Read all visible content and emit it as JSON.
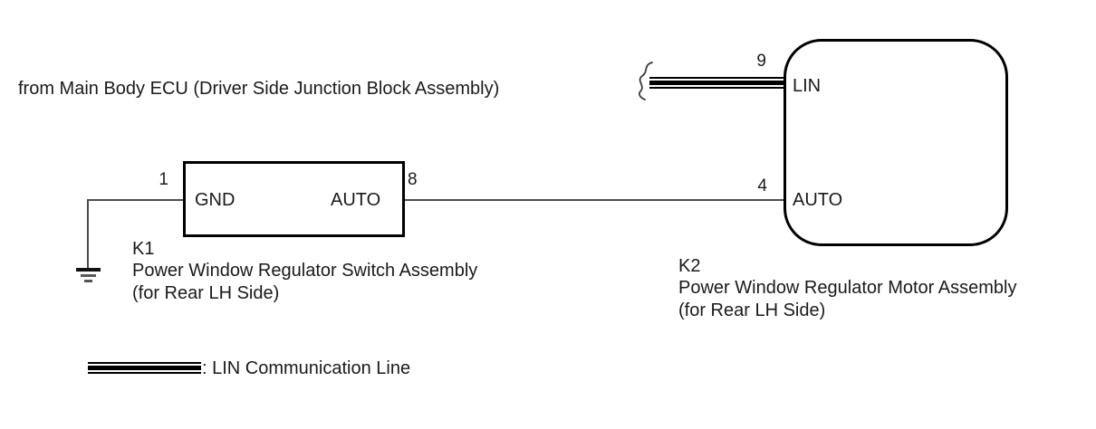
{
  "diagram": {
    "source_note": "from Main Body ECU (Driver Side Junction Block Assembly)",
    "k1": {
      "id": "K1",
      "name": "Power Window Regulator Switch Assembly",
      "variant": "(for Rear LH Side)",
      "pins": {
        "gnd": {
          "number": "1",
          "label": "GND"
        },
        "auto": {
          "number": "8",
          "label": "AUTO"
        }
      }
    },
    "k2": {
      "id": "K2",
      "name": "Power Window Regulator Motor Assembly",
      "variant": "(for Rear LH Side)",
      "pins": {
        "lin": {
          "number": "9",
          "label": "LIN"
        },
        "auto": {
          "number": "4",
          "label": "AUTO"
        }
      }
    },
    "legend": {
      "label": ": LIN Communication Line"
    },
    "colors": {
      "background": "#ffffff",
      "text": "#1a1a1a",
      "box_border": "#000000",
      "wire": "#4d4d4d",
      "lin_line": "#000000"
    }
  }
}
